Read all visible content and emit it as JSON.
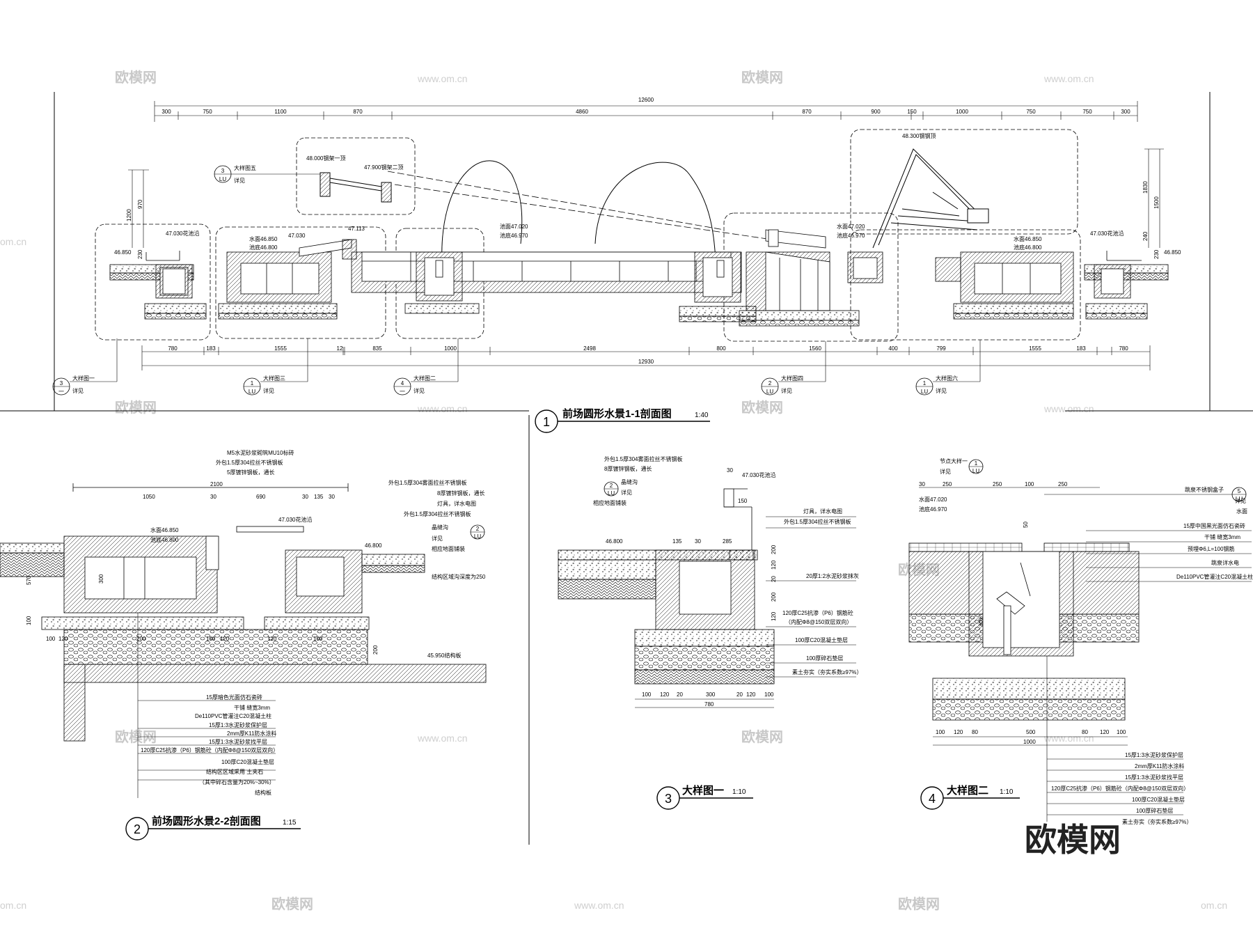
{
  "main": {
    "title": "前场圆形水景1-1剖面图",
    "scale": "1:40",
    "number": "1",
    "dims_top": [
      "300",
      "750",
      "1100",
      "870",
      "4860",
      "870",
      "900",
      "150",
      "1000",
      "750",
      "750",
      "300"
    ],
    "total_top": "12600",
    "dims_bottom": [
      "780",
      "183",
      "1555",
      "12",
      "835",
      "1000",
      "2498",
      "800",
      "1560",
      "400",
      "799",
      "1555",
      "183",
      "780"
    ],
    "total_bottom": "12930",
    "elevations": {
      "steel_top_1": "48.000钢架一顶",
      "steel_top_2": "47.900钢架二顶",
      "steel_roof": "48.300钢钢顶",
      "pool_edge_left": "47.030花池沿",
      "pool_edge_right": "47.030花池沿",
      "level_left": "46.850",
      "level_right": "46.850",
      "water_left": "水面46.850",
      "bottom_left": "池底46.800",
      "water_center": "池面47.020",
      "bottom_center": "池底46.970",
      "water_right": "水面47.020",
      "bottom_right": "池底46.970",
      "water_right2": "水面46.850",
      "bottom_right2": "池底46.800",
      "left_030": "47.030",
      "left_113": "47.113",
      "v1200": "1200",
      "v970": "970",
      "v230": "230",
      "v1830": "1830",
      "v1500": "1500",
      "v240": "240",
      "v230r": "230"
    },
    "callouts": [
      {
        "num": "3",
        "sub": "一",
        "label": "大样图一",
        "note": "详见"
      },
      {
        "num": "1",
        "sub": "LU",
        "label": "大样图三",
        "note": "详见"
      },
      {
        "num": "4",
        "sub": "一",
        "label": "大样图二",
        "note": "详见"
      },
      {
        "num": "2",
        "sub": "LU",
        "label": "大样图四",
        "note": "详见"
      },
      {
        "num": "1",
        "sub": "LU",
        "label": "大样图六",
        "note": "详见"
      }
    ],
    "callout_top": {
      "num": "3",
      "sub": "LU",
      "label": "大样图五",
      "note": "详见"
    }
  },
  "section2": {
    "number": "2",
    "title": "前场圆形水景2-2剖面图",
    "scale": "1:15",
    "top_notes": [
      "M5水泥砂浆砌筑MU10标砖",
      "外包1.5厚304拉丝不锈钢板",
      "5厚镀锌钢板，通长"
    ],
    "right_notes": [
      "外包1.5厚304雾面拉丝不锈钢板",
      "8厚镀锌钢板，通长",
      "灯具，详水电图",
      "外包1.5厚304拉丝不锈钢板",
      "晶缝沟",
      "详见",
      "相应地面铺装",
      "结构区域沟深度为250"
    ],
    "dims_top": [
      "2100",
      "1050",
      "30",
      "690",
      "30",
      "135",
      "30"
    ],
    "elev_030": "47.030花池沿",
    "water": "水面46.850",
    "bottom": "池底46.800",
    "elev_800": "46.800",
    "elev_950": "45.950结构板",
    "v570": "570",
    "v300": "300",
    "v100": "100",
    "v200": "200",
    "bottom_dims": [
      "100",
      "120",
      "200",
      "100",
      "120",
      "120",
      "100"
    ],
    "layer_notes": [
      "15厚暗色光面仿石瓷砖",
      "干铺 缝宽3mm",
      "De110PVC管灌注C20混凝土柱",
      "15厚1:3水泥砂浆保护层",
      "2mm厚K11防水涂料",
      "15厚1:3水泥砂浆找平层",
      "120厚C25抗渗（P6）钢筋砼（内配Φ8@150双层双向）",
      "100厚C20混凝土垫层",
      "结构区区域采用  土夹石",
      "（其中碎石含量为20%~30%）",
      "结构板"
    ]
  },
  "detail1": {
    "number": "3",
    "title": "大样图一",
    "scale": "1:10",
    "notes_top": [
      "外包1.5厚304雾面拉丝不锈钢板",
      "8厚镀锌钢板，通长",
      "晶缝沟",
      "详见",
      "相应地面铺装"
    ],
    "elev_030": "47.030花池沿",
    "elev_800": "46.800",
    "dims_small": [
      "30",
      "150",
      "135",
      "30",
      "285"
    ],
    "notes_right": [
      "灯具，详水电图",
      "外包1.5厚304拉丝不锈钢板",
      "20厚1:2水泥砂浆抹灰",
      "120厚C25抗渗（P6）钢筋砼",
      "（内配Φ8@150双层双向）",
      "100厚C20混凝土垫层",
      "100厚碎石垫层",
      "素土夯实（夯实系数≥97%）"
    ],
    "vdims": [
      "200",
      "120",
      "20",
      "200",
      "120"
    ],
    "bottom_dims": [
      "100",
      "120",
      "20",
      "300",
      "20",
      "120",
      "100"
    ],
    "total": "780"
  },
  "detail2": {
    "number": "4",
    "title": "大样图二",
    "scale": "1:10",
    "node_label": "节点大样一",
    "node_num": "1",
    "node_sub": "LU",
    "node_note": "详见",
    "dims_top": [
      "30",
      "250",
      "250",
      "100",
      "250"
    ],
    "water": "水面47.020",
    "bottom": "池底46.970",
    "v50": "50",
    "v300": "300",
    "notes_right": [
      "跳泉不锈钢盒子",
      "详见",
      "水面",
      "15厚中国黑光面仿石瓷砖",
      "干铺 缝宽3mm",
      "预埋Φ6,L=100钢筋",
      "跳泉详水电",
      "De110PVC管灌注C20混凝土柱"
    ],
    "callout_num": "5",
    "callout_sub": "LU",
    "bottom_dims": [
      "100",
      "120",
      "80",
      "500",
      "80",
      "120",
      "100"
    ],
    "total": "1000",
    "layer_notes": [
      "15厚1:3水泥砂浆保护层",
      "2mm厚K11防水涂料",
      "15厚1:3水泥砂浆找平层",
      "120厚C25抗渗（P6）钢筋砼（内配Φ8@150双层双向）",
      "100厚C20混凝土垫层",
      "100厚碎石垫层",
      "素土夯实（夯实系数≥97%）"
    ]
  },
  "watermarks": {
    "brand": "欧模网",
    "url": "www.om.cn",
    "url_short": "om.cn",
    "big": "欧模网"
  }
}
